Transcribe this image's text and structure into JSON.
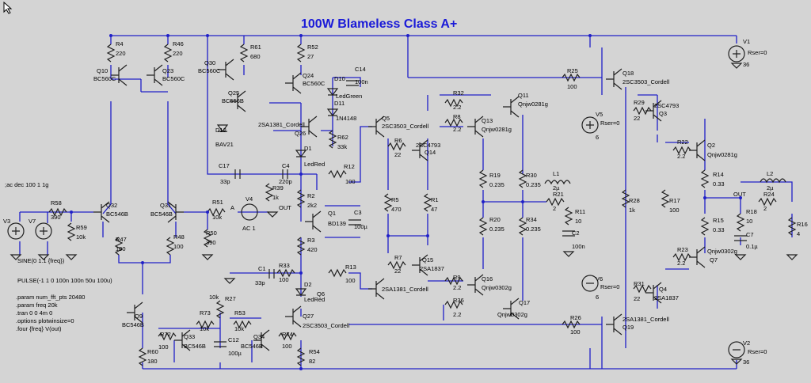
{
  "title": "100W Blameless Class A+",
  "colors": {
    "background": "#d4d4d4",
    "wire": "#2020c8",
    "component": "#202020",
    "title": "#1a1ad8"
  },
  "icons": {
    "cursor": "mouse-pointer-icon"
  },
  "directives": {
    "ac": ";ac dec 100 1 1g",
    "sine": "SINE(0 1.1 {freq})",
    "pulse": "PULSE(-1 1 0 100n 100n 50u 100u)",
    "param1": ".param num_fft_pts 20480",
    "param2": ".param freq 20k",
    "tran": ".tran 0 0 4m 0",
    "options": ".options plotwinsize=0",
    "four": ".four {freq} V(out)"
  },
  "labels": [
    {
      "id": "r4",
      "t": "R4"
    },
    {
      "id": "r4v",
      "t": "220"
    },
    {
      "id": "r46",
      "t": "R46"
    },
    {
      "id": "r46v",
      "t": "220"
    },
    {
      "id": "q10",
      "t": "Q10"
    },
    {
      "id": "q10v",
      "t": "BC560C"
    },
    {
      "id": "q23",
      "t": "Q23"
    },
    {
      "id": "q23v",
      "t": "BC560C"
    },
    {
      "id": "q30",
      "t": "Q30"
    },
    {
      "id": "q30v",
      "t": "BC560C"
    },
    {
      "id": "r61",
      "t": "R61"
    },
    {
      "id": "r61v",
      "t": "680"
    },
    {
      "id": "r52",
      "t": "R52"
    },
    {
      "id": "r52v",
      "t": "27"
    },
    {
      "id": "q24",
      "t": "Q24"
    },
    {
      "id": "q24v",
      "t": "BC560C"
    },
    {
      "id": "c14",
      "t": "C14"
    },
    {
      "id": "c14v",
      "t": "100n"
    },
    {
      "id": "d10",
      "t": "D10"
    },
    {
      "id": "d10v",
      "t": "LedGreen"
    },
    {
      "id": "d11",
      "t": "D11"
    },
    {
      "id": "d11v",
      "t": "1N4148"
    },
    {
      "id": "q25",
      "t": "Q25"
    },
    {
      "id": "q25v",
      "t": "BC556B"
    },
    {
      "id": "d12",
      "t": "D12"
    },
    {
      "id": "d12v",
      "t": "BAV21"
    },
    {
      "id": "q26v",
      "t": "2SA1381_Cordell"
    },
    {
      "id": "q26",
      "t": "Q26"
    },
    {
      "id": "r62",
      "t": "R62"
    },
    {
      "id": "r62v",
      "t": "33k"
    },
    {
      "id": "d1",
      "t": "D1"
    },
    {
      "id": "d1v",
      "t": "LedRed"
    },
    {
      "id": "c17",
      "t": "C17"
    },
    {
      "id": "c17v",
      "t": "33p"
    },
    {
      "id": "c4",
      "t": "C4"
    },
    {
      "id": "c4v",
      "t": "220p"
    },
    {
      "id": "r39",
      "t": "R39"
    },
    {
      "id": "r39v",
      "t": "1k"
    },
    {
      "id": "r12",
      "t": "R12"
    },
    {
      "id": "r12v",
      "t": "100"
    },
    {
      "id": "r2",
      "t": "R2"
    },
    {
      "id": "r2v",
      "t": "2k2"
    },
    {
      "id": "q1",
      "t": "Q1"
    },
    {
      "id": "q1v",
      "t": "BD139"
    },
    {
      "id": "c3",
      "t": "C3"
    },
    {
      "id": "c3v",
      "t": "100µ"
    },
    {
      "id": "r3",
      "t": "R3"
    },
    {
      "id": "r3v",
      "t": "420"
    },
    {
      "id": "r33",
      "t": "R33"
    },
    {
      "id": "r33v",
      "t": "100"
    },
    {
      "id": "c1",
      "t": "C1"
    },
    {
      "id": "c1v",
      "t": "33p"
    },
    {
      "id": "r13",
      "t": "R13"
    },
    {
      "id": "r13v",
      "t": "100"
    },
    {
      "id": "d2",
      "t": "D2"
    },
    {
      "id": "d2v",
      "t": "LedRed"
    },
    {
      "id": "q6",
      "t": "Q6"
    },
    {
      "id": "r27",
      "t": "R27"
    },
    {
      "id": "r27v",
      "t": "10k"
    },
    {
      "id": "q27",
      "t": "Q27"
    },
    {
      "id": "q27v",
      "t": "2SC3503_Cordell"
    },
    {
      "id": "r53",
      "t": "R53"
    },
    {
      "id": "r53v",
      "t": "10k"
    },
    {
      "id": "c12",
      "t": "C12"
    },
    {
      "id": "c12v",
      "t": "100µ"
    },
    {
      "id": "q34",
      "t": "Q34"
    },
    {
      "id": "q34v",
      "t": "BC546B"
    },
    {
      "id": "r74",
      "t": "R74"
    },
    {
      "id": "r74v",
      "t": "100"
    },
    {
      "id": "r54",
      "t": "R54"
    },
    {
      "id": "r54v",
      "t": "82"
    },
    {
      "id": "q9",
      "t": "Q9"
    },
    {
      "id": "q9v",
      "t": "BC546B"
    },
    {
      "id": "r72",
      "t": "R72"
    },
    {
      "id": "r72v",
      "t": "100"
    },
    {
      "id": "r73",
      "t": "R73"
    },
    {
      "id": "r73v",
      "t": "10k"
    },
    {
      "id": "q33",
      "t": "Q33"
    },
    {
      "id": "q33v",
      "t": "BC546B"
    },
    {
      "id": "r60",
      "t": "R60"
    },
    {
      "id": "r60v",
      "t": "180"
    },
    {
      "id": "q32",
      "t": "Q32"
    },
    {
      "id": "q32v",
      "t": "BC546B"
    },
    {
      "id": "q31",
      "t": "Q31"
    },
    {
      "id": "q31v",
      "t": "BC546B"
    },
    {
      "id": "r47",
      "t": "R47"
    },
    {
      "id": "r47v",
      "t": "100"
    },
    {
      "id": "r48",
      "t": "R48"
    },
    {
      "id": "r48v",
      "t": "100"
    },
    {
      "id": "r51",
      "t": "R51"
    },
    {
      "id": "r51v",
      "t": "10k"
    },
    {
      "id": "r50",
      "t": "R50"
    },
    {
      "id": "r50v",
      "t": "390"
    },
    {
      "id": "v4",
      "t": "V4"
    },
    {
      "id": "v4v",
      "t": "AC 1"
    },
    {
      "id": "nodea",
      "t": "A"
    },
    {
      "id": "outl",
      "t": "OUT"
    },
    {
      "id": "v3",
      "t": "V3"
    },
    {
      "id": "v7",
      "t": "V7"
    },
    {
      "id": "r58",
      "t": "R58"
    },
    {
      "id": "r58v",
      "t": "390"
    },
    {
      "id": "r59",
      "t": "R59"
    },
    {
      "id": "r59v",
      "t": "10k"
    },
    {
      "id": "q5",
      "t": "Q5"
    },
    {
      "id": "q5v",
      "t": "2SC3503_Cordell"
    },
    {
      "id": "r6",
      "t": "R6"
    },
    {
      "id": "r6v",
      "t": "22"
    },
    {
      "id": "q14",
      "t": "Q14"
    },
    {
      "id": "q14v",
      "t": "2SC4793"
    },
    {
      "id": "r5",
      "t": "R5"
    },
    {
      "id": "r5v",
      "t": "470"
    },
    {
      "id": "r1",
      "t": "R1"
    },
    {
      "id": "r1v",
      "t": "47"
    },
    {
      "id": "r7",
      "t": "R7"
    },
    {
      "id": "r7v",
      "t": "22"
    },
    {
      "id": "q15",
      "t": "Q15"
    },
    {
      "id": "q15v",
      "t": "2SA1837"
    },
    {
      "id": "q8v",
      "t": "2SA1381_Cordell"
    },
    {
      "id": "r32",
      "t": "R32"
    },
    {
      "id": "r32v",
      "t": "2.2"
    },
    {
      "id": "r8",
      "t": "R8"
    },
    {
      "id": "r8v",
      "t": "2.2"
    },
    {
      "id": "q11",
      "t": "Q11"
    },
    {
      "id": "q11v",
      "t": "Qnjw0281g"
    },
    {
      "id": "q13",
      "t": "Q13"
    },
    {
      "id": "q13v",
      "t": "Qnjw0281g"
    },
    {
      "id": "r19",
      "t": "R19"
    },
    {
      "id": "r19v",
      "t": "0.235"
    },
    {
      "id": "r30",
      "t": "R30"
    },
    {
      "id": "r30v",
      "t": "0.235"
    },
    {
      "id": "r20",
      "t": "R20"
    },
    {
      "id": "r20v",
      "t": "0.235"
    },
    {
      "id": "r34",
      "t": "R34"
    },
    {
      "id": "r34v",
      "t": "0.235"
    },
    {
      "id": "r9",
      "t": "R9"
    },
    {
      "id": "r9v",
      "t": "2.2"
    },
    {
      "id": "q16",
      "t": "Q16"
    },
    {
      "id": "q16v",
      "t": "Qnjw0302g"
    },
    {
      "id": "r36",
      "t": "R36"
    },
    {
      "id": "r36v",
      "t": "2.2"
    },
    {
      "id": "q17",
      "t": "Q17"
    },
    {
      "id": "q17v",
      "t": "Qnjw0302g"
    },
    {
      "id": "l1",
      "t": "L1"
    },
    {
      "id": "l1v",
      "t": "2µ"
    },
    {
      "id": "r21",
      "t": "R21"
    },
    {
      "id": "r21v",
      "t": "2"
    },
    {
      "id": "r11",
      "t": "R11"
    },
    {
      "id": "r11v",
      "t": "10"
    },
    {
      "id": "c2",
      "t": "C2"
    },
    {
      "id": "c2v",
      "t": "100n"
    },
    {
      "id": "r25",
      "t": "R25"
    },
    {
      "id": "r25v",
      "t": "100"
    },
    {
      "id": "q18",
      "t": "Q18"
    },
    {
      "id": "q18v",
      "t": "2SC3503_Cordell"
    },
    {
      "id": "v5",
      "t": "V5"
    },
    {
      "id": "v5r",
      "t": "Rser=0"
    },
    {
      "id": "v5v",
      "t": "6"
    },
    {
      "id": "r29",
      "t": "R29"
    },
    {
      "id": "r29v",
      "t": "22"
    },
    {
      "id": "q3",
      "t": "Q3"
    },
    {
      "id": "q3v",
      "t": "2SC4793"
    },
    {
      "id": "r28",
      "t": "R28"
    },
    {
      "id": "r28v",
      "t": "1k"
    },
    {
      "id": "r17",
      "t": "R17"
    },
    {
      "id": "r17v",
      "t": "100"
    },
    {
      "id": "r22",
      "t": "R22"
    },
    {
      "id": "r22v",
      "t": "2.2"
    },
    {
      "id": "q2",
      "t": "Q2"
    },
    {
      "id": "q2v",
      "t": "Qnjw0281g"
    },
    {
      "id": "r14",
      "t": "R14"
    },
    {
      "id": "r14v",
      "t": "0.33"
    },
    {
      "id": "r15",
      "t": "R15"
    },
    {
      "id": "r15v",
      "t": "0.33"
    },
    {
      "id": "r23",
      "t": "R23"
    },
    {
      "id": "r23v",
      "t": "2.2"
    },
    {
      "id": "q7",
      "t": "Q7"
    },
    {
      "id": "q7v",
      "t": "Qnjw0302g"
    },
    {
      "id": "v6",
      "t": "V6"
    },
    {
      "id": "v6r",
      "t": "Rser=0"
    },
    {
      "id": "v6v",
      "t": "6"
    },
    {
      "id": "r31",
      "t": "R31"
    },
    {
      "id": "r31v",
      "t": "22"
    },
    {
      "id": "q4",
      "t": "Q4"
    },
    {
      "id": "q4v",
      "t": "2SA1837"
    },
    {
      "id": "r26",
      "t": "R26"
    },
    {
      "id": "r26v",
      "t": "100"
    },
    {
      "id": "q19v",
      "t": "2SA1381_Cordell"
    },
    {
      "id": "q19",
      "t": "Q19"
    },
    {
      "id": "v1",
      "t": "V1"
    },
    {
      "id": "v1r",
      "t": "Rser=0"
    },
    {
      "id": "v1v",
      "t": "36"
    },
    {
      "id": "v2",
      "t": "V2"
    },
    {
      "id": "v2r",
      "t": "Rser=0"
    },
    {
      "id": "v2v",
      "t": "36"
    },
    {
      "id": "l2",
      "t": "L2"
    },
    {
      "id": "l2v",
      "t": "2µ"
    },
    {
      "id": "r24",
      "t": "R24"
    },
    {
      "id": "r24v",
      "t": "2"
    },
    {
      "id": "r18",
      "t": "R18"
    },
    {
      "id": "r18v",
      "t": "10"
    },
    {
      "id": "c7",
      "t": "C7"
    },
    {
      "id": "c7v",
      "t": "0.1µ"
    },
    {
      "id": "r16",
      "t": "R16"
    },
    {
      "id": "r16v",
      "t": "4"
    },
    {
      "id": "out2",
      "t": "OUT"
    }
  ]
}
